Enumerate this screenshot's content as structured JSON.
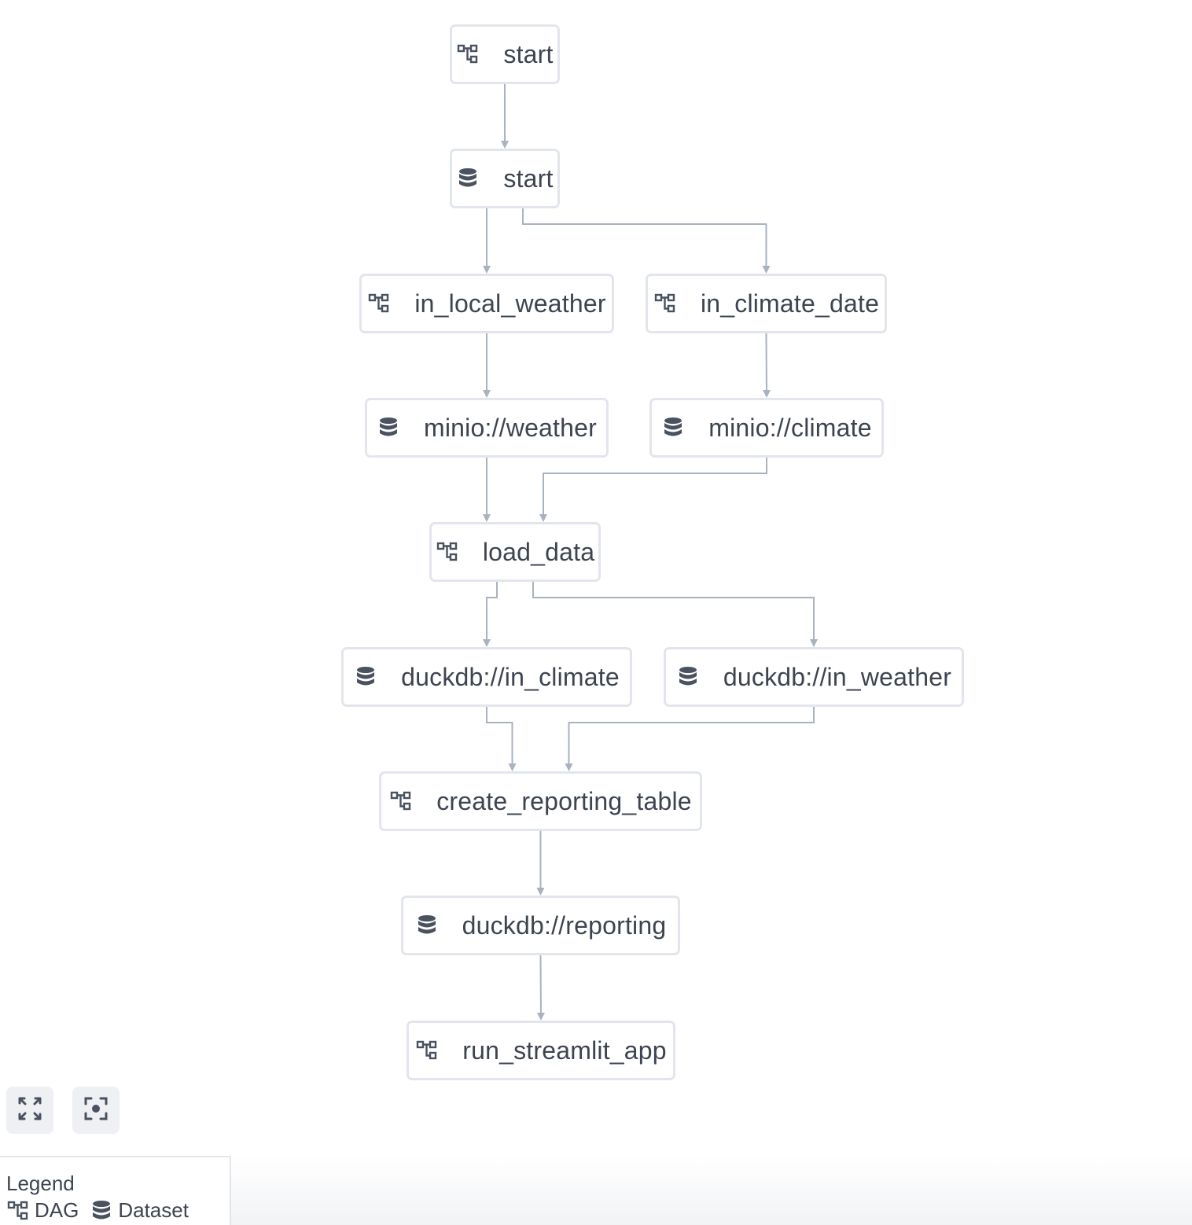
{
  "graph": {
    "nodes": [
      {
        "id": "start_dag",
        "type": "dag",
        "label": "start"
      },
      {
        "id": "start_dataset",
        "type": "dataset",
        "label": "start"
      },
      {
        "id": "in_local_weather",
        "type": "dag",
        "label": "in_local_weather"
      },
      {
        "id": "in_climate_date",
        "type": "dag",
        "label": "in_climate_date"
      },
      {
        "id": "minio_weather",
        "type": "dataset",
        "label": "minio://weather"
      },
      {
        "id": "minio_climate",
        "type": "dataset",
        "label": "minio://climate"
      },
      {
        "id": "load_data",
        "type": "dag",
        "label": "load_data"
      },
      {
        "id": "duckdb_in_climate",
        "type": "dataset",
        "label": "duckdb://in_climate"
      },
      {
        "id": "duckdb_in_weather",
        "type": "dataset",
        "label": "duckdb://in_weather"
      },
      {
        "id": "create_reporting_table",
        "type": "dag",
        "label": "create_reporting_table"
      },
      {
        "id": "duckdb_reporting",
        "type": "dataset",
        "label": "duckdb://reporting"
      },
      {
        "id": "run_streamlit_app",
        "type": "dag",
        "label": "run_streamlit_app"
      }
    ],
    "edges": [
      {
        "from": "start_dag",
        "to": "start_dataset"
      },
      {
        "from": "start_dataset",
        "to": "in_local_weather"
      },
      {
        "from": "start_dataset",
        "to": "in_climate_date"
      },
      {
        "from": "in_local_weather",
        "to": "minio_weather"
      },
      {
        "from": "in_climate_date",
        "to": "minio_climate"
      },
      {
        "from": "minio_weather",
        "to": "load_data"
      },
      {
        "from": "minio_climate",
        "to": "load_data"
      },
      {
        "from": "load_data",
        "to": "duckdb_in_climate"
      },
      {
        "from": "load_data",
        "to": "duckdb_in_weather"
      },
      {
        "from": "duckdb_in_climate",
        "to": "create_reporting_table"
      },
      {
        "from": "duckdb_in_weather",
        "to": "create_reporting_table"
      },
      {
        "from": "create_reporting_table",
        "to": "duckdb_reporting"
      },
      {
        "from": "duckdb_reporting",
        "to": "run_streamlit_app"
      }
    ]
  },
  "controls": {
    "expand_icon": "expand-arrows-icon",
    "focus_icon": "focus-center-icon"
  },
  "legend": {
    "title": "Legend",
    "items": [
      {
        "icon": "dag-icon",
        "label": "DAG"
      },
      {
        "icon": "dataset-icon",
        "label": "Dataset"
      }
    ]
  },
  "colors": {
    "edge": "#a9b2bf",
    "node_border": "#e2e6ec",
    "icon": "#4a5260",
    "text": "#3d4450"
  }
}
